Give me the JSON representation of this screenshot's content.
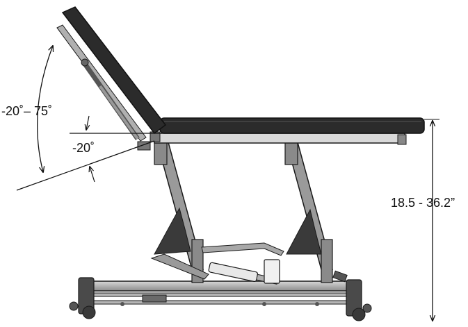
{
  "diagram": {
    "backrest_angle_range": "-20˚– 75˚",
    "backrest_min_angle": "-20˚",
    "height_range": "18.5 - 36.2”"
  },
  "colors": {
    "upholstery": "#2b2b2b",
    "frame": "#9a9a9a",
    "frame_dark": "#4a4a4a",
    "outline": "#1a1a1a",
    "dimension_line": "#111111"
  }
}
